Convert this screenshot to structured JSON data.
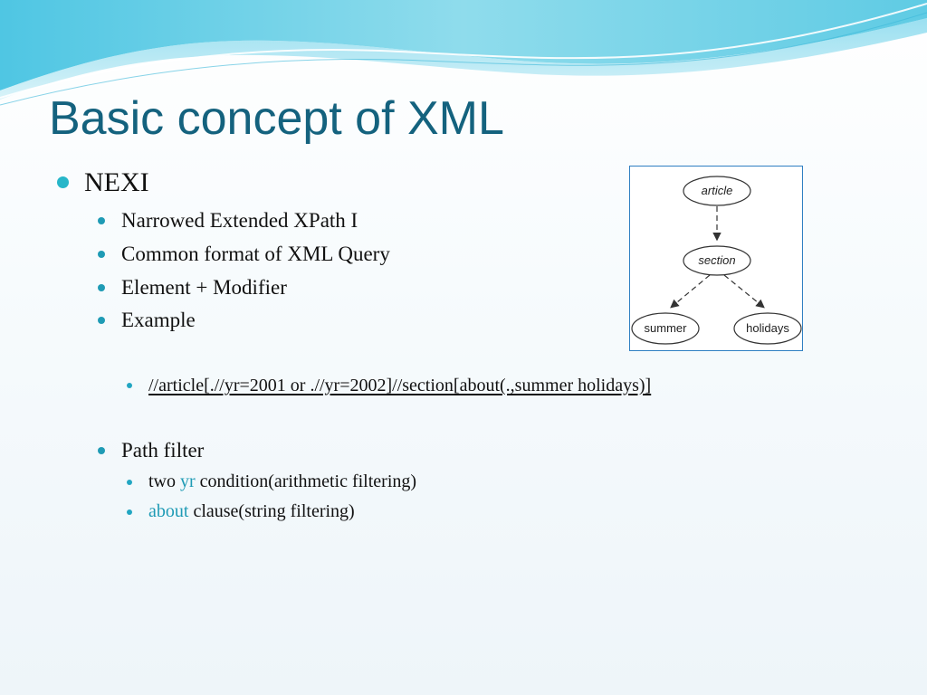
{
  "slide": {
    "title": "Basic concept of XML",
    "bullets": {
      "nexi": "NEXI",
      "narrowed": "Narrowed Extended XPath I",
      "common_format": "Common format of XML Query",
      "element_modifier": "Element + Modifier",
      "example": "Example",
      "query": "//article[.//yr=2001 or .//yr=2002]//section[about(.,summer  holidays)]",
      "path_filter": "Path filter",
      "two_prefix": "two ",
      "yr_keyword": "yr",
      "yr_rest": " condition(arithmetic filtering)",
      "about_keyword": "about",
      "about_rest": " clause(string filtering)"
    },
    "diagram": {
      "nodes": {
        "article": "article",
        "section": "section",
        "summer": "summer",
        "holidays": "holidays"
      }
    }
  },
  "colors": {
    "title": "#14627e",
    "bullet": "#27b6c9",
    "keyword": "#1f9bb5",
    "diagram_border": "#2f7fc2"
  }
}
